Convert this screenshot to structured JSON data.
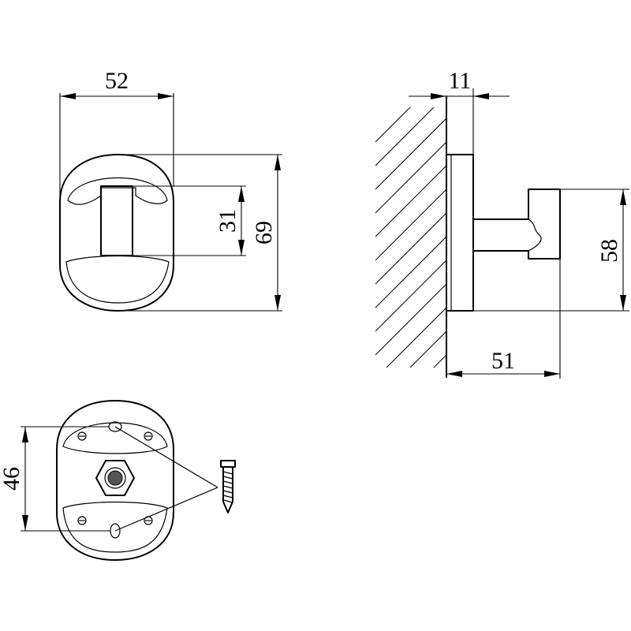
{
  "dimensions": {
    "front_width": "52",
    "front_height": "69",
    "hook_height": "31",
    "base_thickness": "11",
    "side_height": "58",
    "projection_depth": "51",
    "mounting_spacing": "46"
  },
  "colors": {
    "line": "#000000",
    "background": "#ffffff"
  }
}
